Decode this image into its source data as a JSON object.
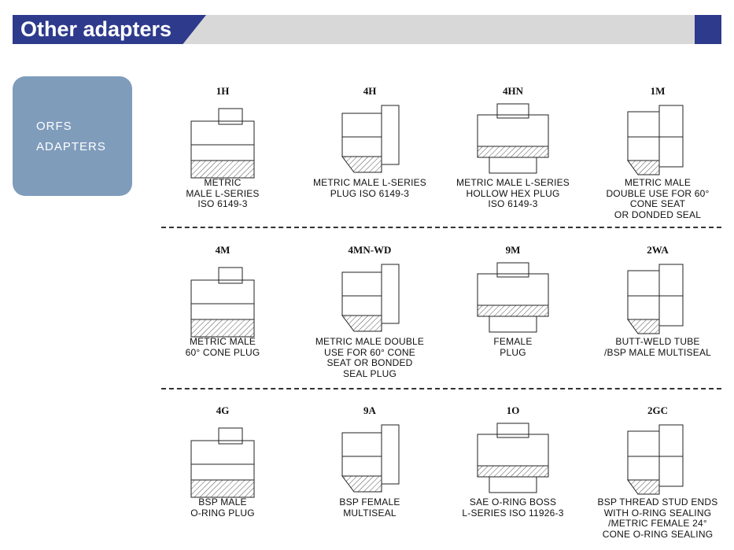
{
  "header": {
    "title": "Other adapters"
  },
  "category": {
    "lines": [
      "ORFS",
      "ADAPTERS"
    ]
  },
  "items": [
    {
      "code": "1H",
      "lines": [
        "METRIC",
        "MALE L-SERIES",
        "ISO 6149-3"
      ],
      "icon": "metric-male-l-series-drawing"
    },
    {
      "code": "4H",
      "lines": [
        "METRIC MALE L-SERIES",
        "PLUG ISO 6149-3"
      ],
      "icon": "metric-male-l-series-plug-drawing"
    },
    {
      "code": "4HN",
      "lines": [
        "METRIC MALE L-SERIES",
        "HOLLOW HEX PLUG",
        "ISO 6149-3"
      ],
      "icon": "hollow-hex-plug-drawing"
    },
    {
      "code": "1M",
      "lines": [
        "METRIC MALE",
        "DOUBLE USE FOR 60°",
        "CONE SEAT",
        "OR DONDED SEAL"
      ],
      "icon": "metric-male-double-use-drawing"
    },
    {
      "code": "4M",
      "lines": [
        "METRIC MALE",
        "60°  CONE PLUG"
      ],
      "icon": "metric-male-cone-plug-drawing"
    },
    {
      "code": "4MN-WD",
      "lines": [
        "METRIC MALE DOUBLE",
        "USE FOR 60°  CONE",
        "SEAT OR BONDED",
        "SEAL PLUG"
      ],
      "icon": "metric-male-double-use-plug-drawing"
    },
    {
      "code": "9M",
      "lines": [
        "FEMALE",
        "PLUG"
      ],
      "icon": "female-plug-drawing"
    },
    {
      "code": "2WA",
      "lines": [
        "BUTT-WELD TUBE",
        "/BSP MALE MULTISEAL"
      ],
      "icon": "butt-weld-tube-drawing"
    },
    {
      "code": "4G",
      "lines": [
        "BSP MALE",
        "O-RING PLUG"
      ],
      "icon": "bsp-male-o-ring-plug-drawing"
    },
    {
      "code": "9A",
      "lines": [
        "BSP FEMALE",
        "MULTISEAL"
      ],
      "icon": "bsp-female-multiseal-drawing"
    },
    {
      "code": "1O",
      "lines": [
        "SAE O-RING BOSS",
        "L-SERIES ISO 11926-3"
      ],
      "icon": "sae-o-ring-boss-drawing"
    },
    {
      "code": "2GC",
      "lines": [
        "BSP THREAD STUD ENDS",
        "WITH O-RING SEALING",
        "/METRIC FEMALE 24°",
        "CONE O-RING SEALING"
      ],
      "icon": "bsp-thread-stud-ends-drawing"
    }
  ],
  "colors": {
    "banner_accent": "#2e3a8c",
    "banner_bar": "#d8d8d8",
    "category_box": "#7f9cbb"
  }
}
